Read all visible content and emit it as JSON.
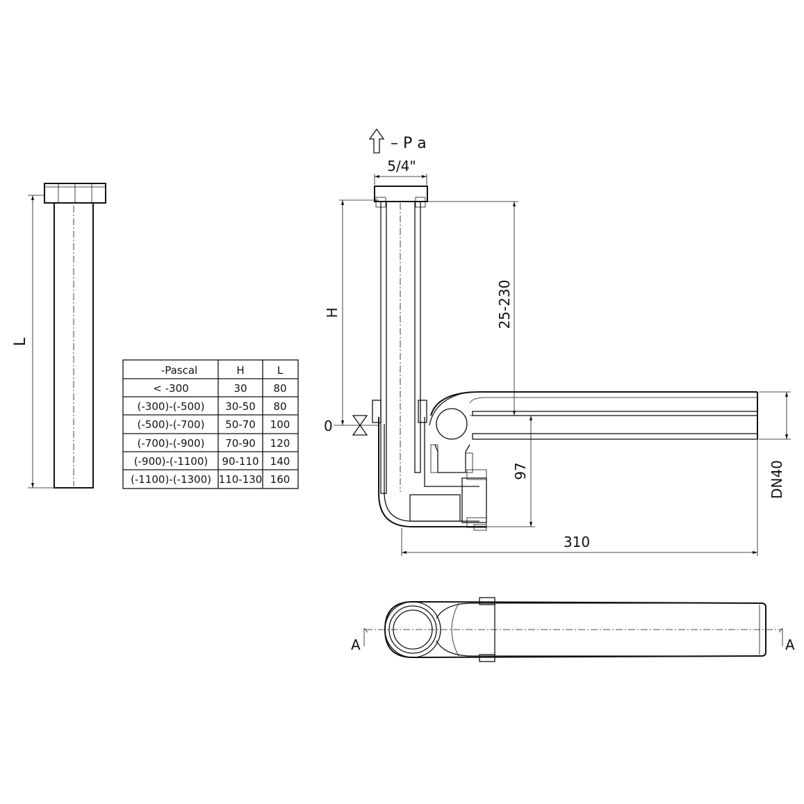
{
  "labels": {
    "pressure": "– P a",
    "thread": "5/4\"",
    "h_dim": "H",
    "l_dim": "L",
    "zero": "0",
    "range_dim": "25-230",
    "height_97": "97",
    "length_310": "310",
    "dn": "DN40",
    "section_left": "A",
    "section_right": "A"
  },
  "table": {
    "headers": [
      "-Pascal",
      "H",
      "L"
    ],
    "rows": [
      [
        "<  -300",
        "30",
        "80"
      ],
      [
        "(-300)-(-500)",
        "30-50",
        "80"
      ],
      [
        "(-500)-(-700)",
        "50-70",
        "100"
      ],
      [
        "(-700)-(-900)",
        "70-90",
        "120"
      ],
      [
        "(-900)-(-1100)",
        "90-110",
        "140"
      ],
      [
        "(-1100)-(-1300)",
        "110-130",
        "160"
      ]
    ]
  }
}
